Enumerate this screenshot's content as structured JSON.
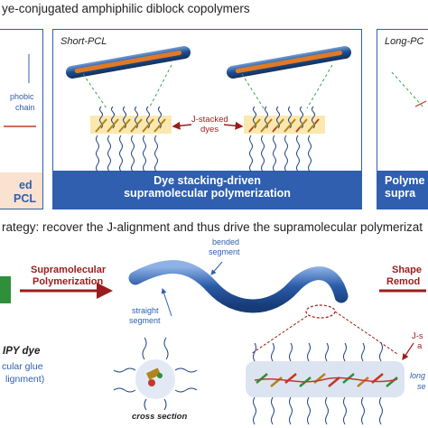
{
  "top_title": "ye-conjugated amphiphilic diblock copolymers",
  "mid_title": "rategy: recover the J-alignment and thus drive the supramolecular polymerizat",
  "left_panel": {
    "text_line1": "phobic",
    "text_line2": "chain",
    "footer_line1": "ed",
    "footer_line2": "PCL"
  },
  "center_panel": {
    "title": "Short-PCL",
    "dye_label_line1": "J-stacked",
    "dye_label_line2": "dyes",
    "footer_line1": "Dye stacking-driven",
    "footer_line2": "supramolecular polymerization"
  },
  "right_panel": {
    "title": "Long-PC",
    "footer_line1": "Polyme",
    "footer_line2": "supra"
  },
  "bottom": {
    "arrow1_line1": "Supramolecular",
    "arrow1_line2": "Polymerization",
    "bended_line1": "bended",
    "bended_line2": "segment",
    "straight_line1": "straight",
    "straight_line2": "segment",
    "arrow2_line1": "Shape",
    "arrow2_line2": "Remod",
    "dye_name": "IPY dye",
    "glue_line1": "cular glue",
    "glue_line2": "lignment)",
    "cross_section": "cross section",
    "j_s_line1": "J-s",
    "j_s_line2": "a",
    "long_line1": "long",
    "long_line2": "se"
  },
  "colors": {
    "accent_blue": "#2f5fae",
    "dark_red": "#9b1c1c",
    "rod_blue": "#1f4c8f",
    "rod_orange": "#e07a24",
    "highlight_yellow": "#fbe8b0"
  }
}
